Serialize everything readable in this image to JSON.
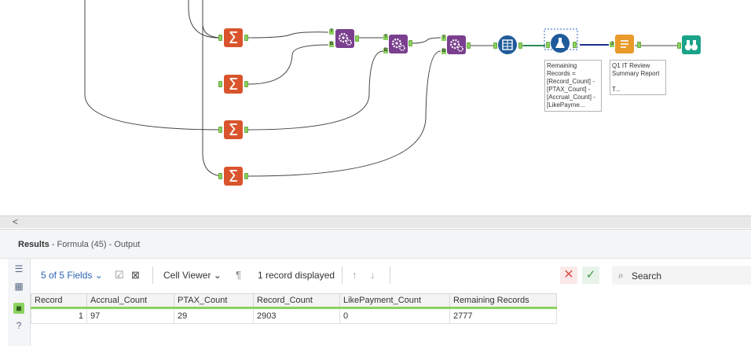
{
  "canvas": {
    "annotations": {
      "formula": "Remaining\nRecords =\n[Record_Count] -\n[PTAX_Count] -\n[Accrual_Count] -\n[LikePayme...",
      "report": "Q1 IT Review\nSummary Report\n\nT..."
    },
    "anchor_labels": {
      "top": "T",
      "bottom": "B",
      "join_in": "J"
    },
    "colors": {
      "summarize": "#d9542c",
      "append": "#7a3f8e",
      "formula": "#1f5b9b",
      "table": "#1f5b9b",
      "report": "#e89a2b",
      "browse": "#1aa389",
      "anchor": "#8bd25f"
    }
  },
  "scrollbar": {
    "left_arrow": "<"
  },
  "results": {
    "title": "Results",
    "subtitle": " - Formula (45) - Output"
  },
  "toolbar": {
    "fields": "5 of 5 Fields",
    "cell_viewer": "Cell Viewer",
    "record_count": "1 record displayed",
    "search_placeholder": "Search"
  },
  "table": {
    "headers": [
      "Record",
      "Accrual_Count",
      "PTAX_Count",
      "Record_Count",
      "LikePayment_Count",
      "Remaining Records"
    ],
    "rows": [
      [
        "1",
        "97",
        "29",
        "2903",
        "0",
        "2777"
      ]
    ]
  }
}
